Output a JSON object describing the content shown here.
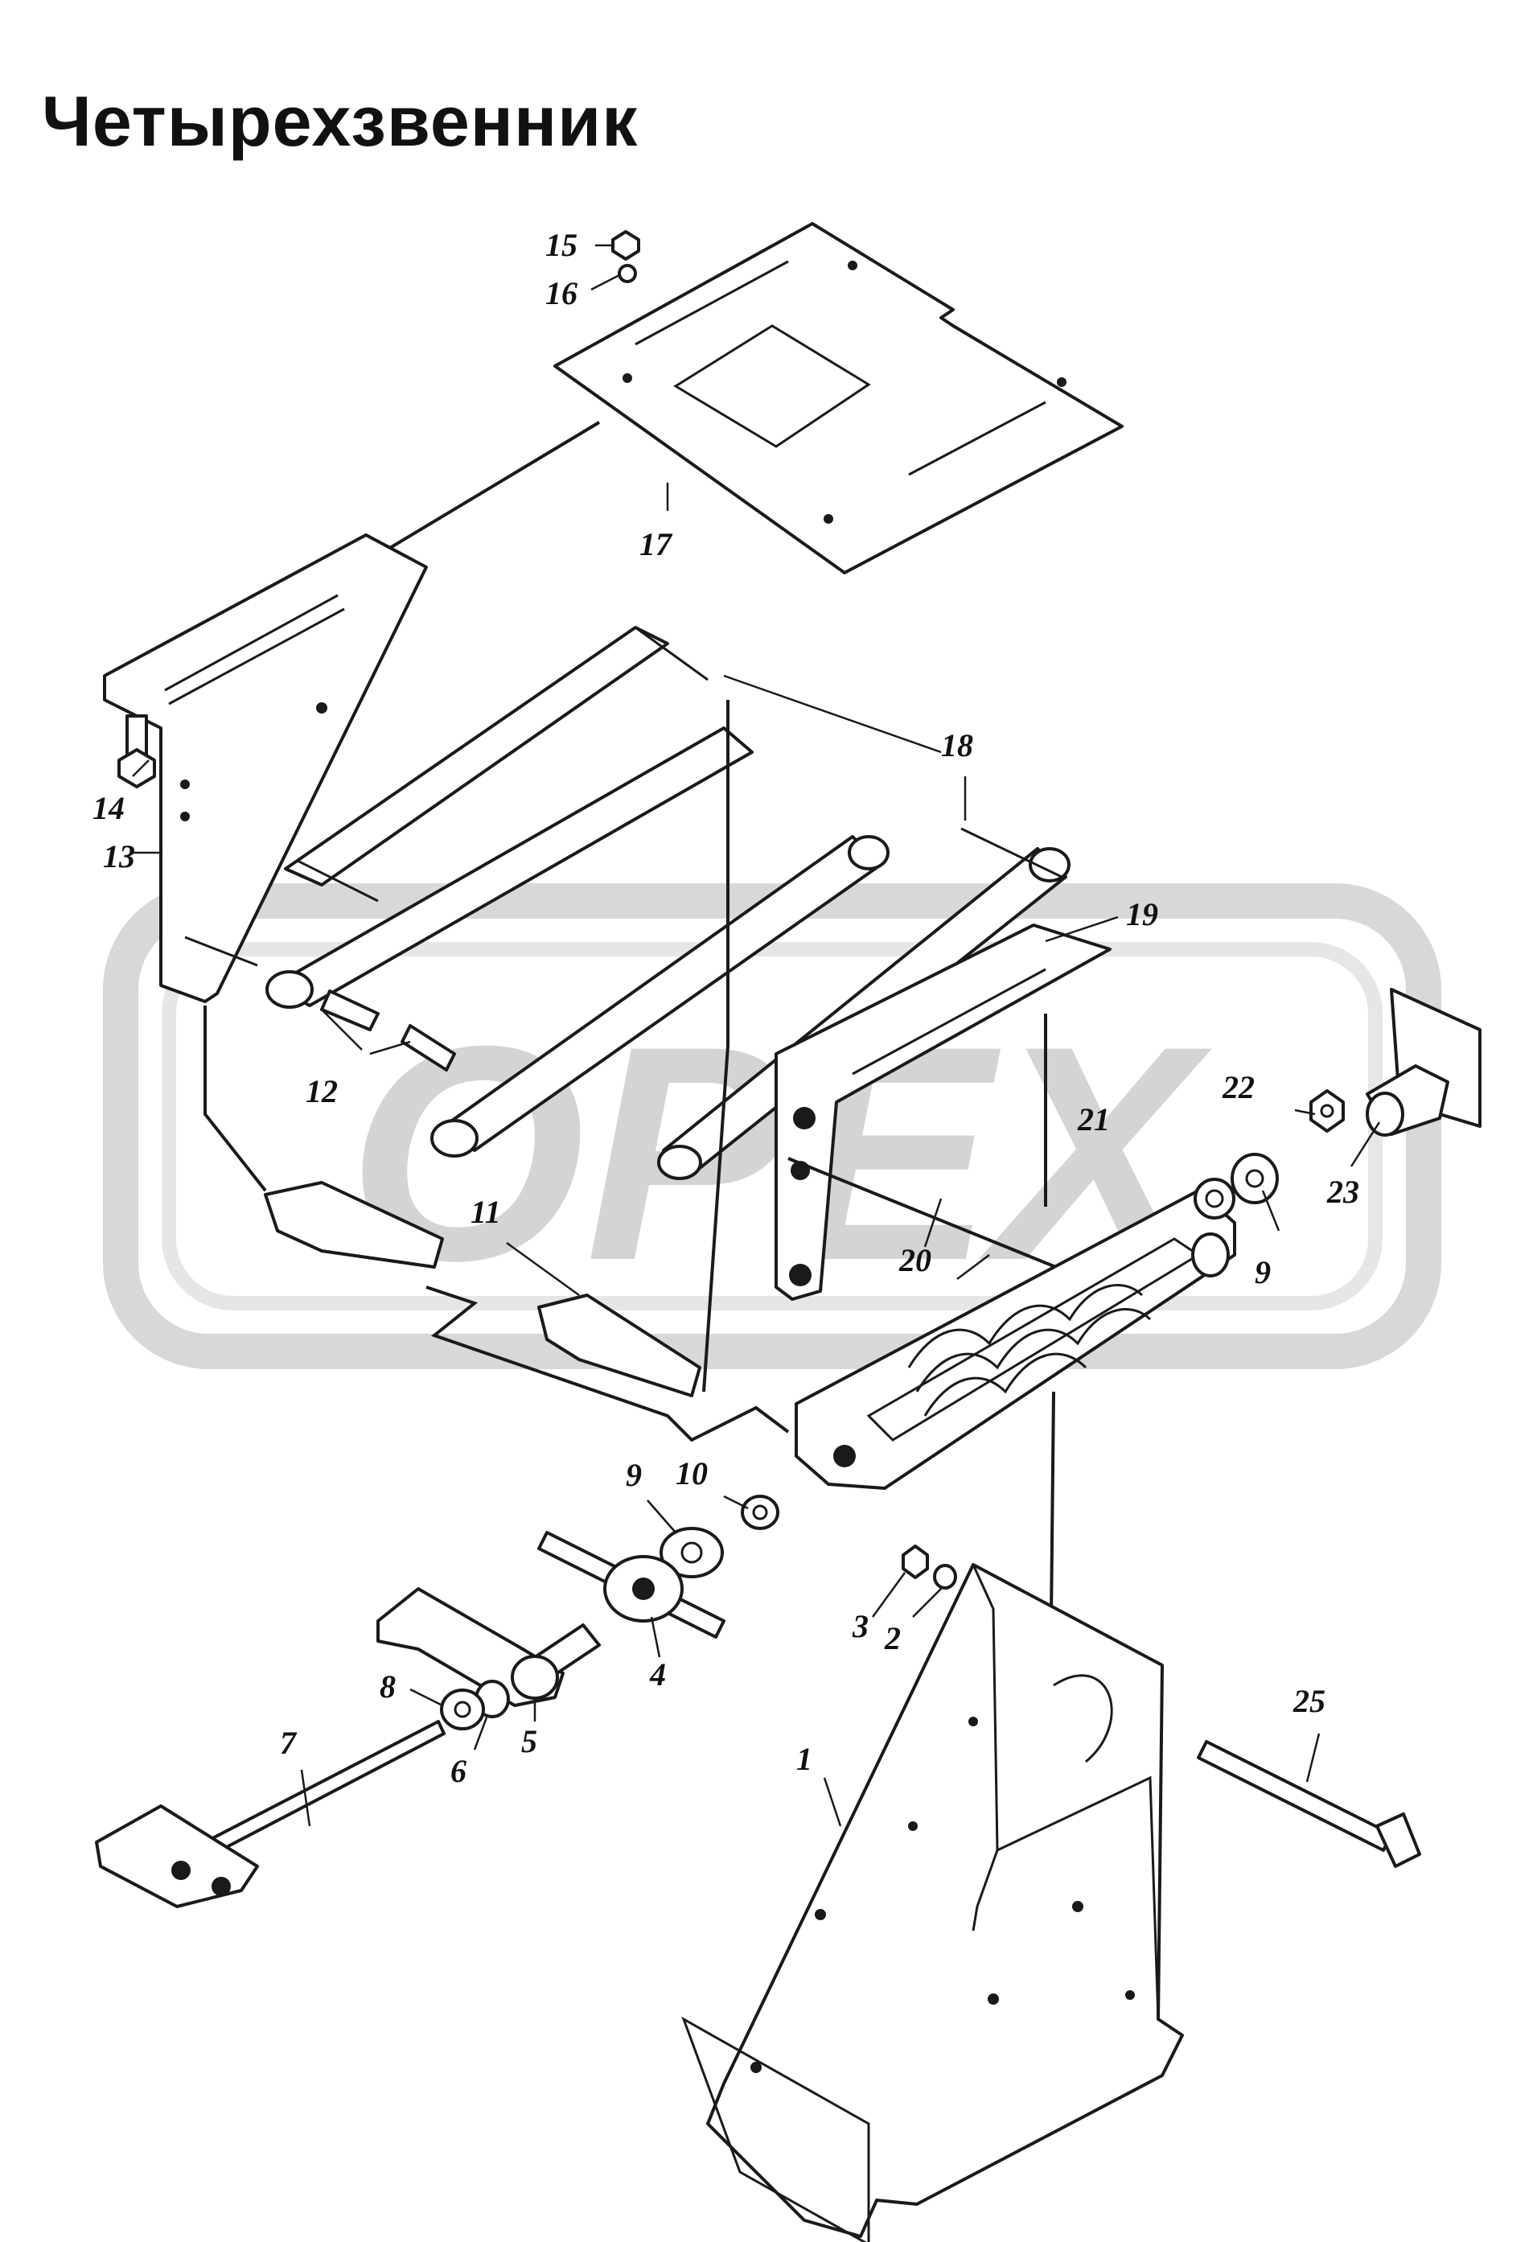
{
  "title": "Четырехзвенник",
  "watermark": {
    "text": "OPEX",
    "color": "#d0d0d0"
  },
  "colors": {
    "line": "#1a1a1a",
    "background": "#ffffff"
  },
  "labels": {
    "p1": "1",
    "p2": "2",
    "p3": "3",
    "p4": "4",
    "p5": "5",
    "p6": "6",
    "p7": "7",
    "p8": "8",
    "p9a": "9",
    "p9b": "9",
    "p10": "10",
    "p11": "11",
    "p12": "12",
    "p13": "13",
    "p14": "14",
    "p15": "15",
    "p16": "16",
    "p17": "17",
    "p18": "18",
    "p19": "19",
    "p20": "20",
    "p21": "21",
    "p22": "22",
    "p23": "23",
    "p25": "25"
  }
}
